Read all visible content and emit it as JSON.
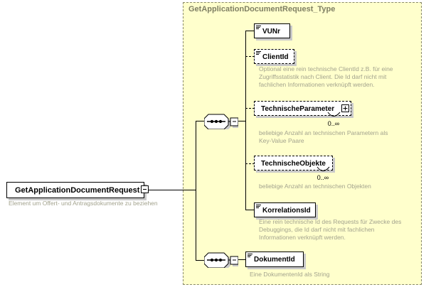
{
  "root": {
    "label": "GetApplicationDocumentRequest",
    "toggle": "minus",
    "annotation": [
      "Element um Offert- und Antragsdokumente zu beziehen"
    ]
  },
  "type": {
    "title": "GetApplicationDocumentRequest_Type"
  },
  "sequences": [
    {
      "name": "sequence",
      "toggle": "minus"
    },
    {
      "name": "sequence",
      "toggle": "minus"
    }
  ],
  "elements": [
    {
      "name": "VUNr",
      "required": true,
      "occurs": "",
      "annotation": []
    },
    {
      "name": "ClientId",
      "required": false,
      "occurs": "",
      "annotation": [
        "Optional eine rein technische ClientId z.B. für eine",
        "Zugriffsstatistik nach Client. Die Id darf nicht mit",
        "fachlichen Informationen verknüpft werden."
      ]
    },
    {
      "name": "TechnischeParameter",
      "required": false,
      "expand": "+",
      "occurs": "0..∞",
      "annotation": [
        "beliebige Anzahl an technischen Parametern als",
        "Key-Value Paare"
      ]
    },
    {
      "name": "TechnischeObjekte",
      "required": false,
      "occurs": "0..∞",
      "annotation": [
        "beliebige Anzahl an technischen Objekten"
      ]
    },
    {
      "name": "KorrelationsId",
      "required": true,
      "occurs": "",
      "annotation": [
        "Eine rein technische Id des Requests für Zwecke des",
        "Debuggings, die Id darf nicht mit fachlichen",
        "Informationen verknüpft werden."
      ]
    },
    {
      "name": "DokumentId",
      "required": true,
      "occurs": "",
      "annotation": [
        "Eine DokumentenId als String"
      ]
    }
  ],
  "colors": {
    "type_background": "#ffffcc",
    "type_border": "#8a8a6a",
    "title_text": "#7f7f63",
    "annotation_text": "#a3a38e",
    "shadow": "#c9c9c9",
    "line": "#000000"
  }
}
